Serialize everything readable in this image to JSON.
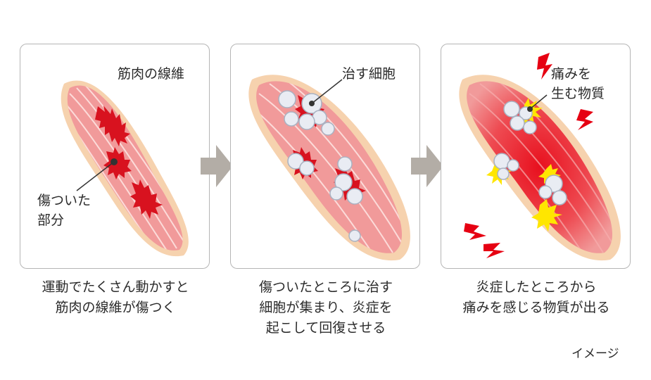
{
  "panels": [
    {
      "label": "筋肉の線維",
      "label2": "傷ついた",
      "label3": "部分",
      "caption": [
        "運動でたくさん動かすと",
        "筋肉の線維が傷つく"
      ]
    },
    {
      "label": "治す細胞",
      "caption": [
        "傷ついたところに治す",
        "細胞が集まり、炎症を",
        "起こして回復させる"
      ]
    },
    {
      "label": "痛みを",
      "label2": "生む物質",
      "caption": [
        "炎症したところから",
        "痛みを感じる物質が出る"
      ]
    }
  ],
  "note": "イメージ",
  "colors": {
    "muscle_fill": "#f19a9a",
    "muscle_edge": "#f6d2ae",
    "wound": "#d8121f",
    "cell": "#e9ecf3",
    "pain_substance": "#ffe600",
    "lightning": "#e60012",
    "arrow": "#b3ada6",
    "border": "#b5b5b5"
  }
}
